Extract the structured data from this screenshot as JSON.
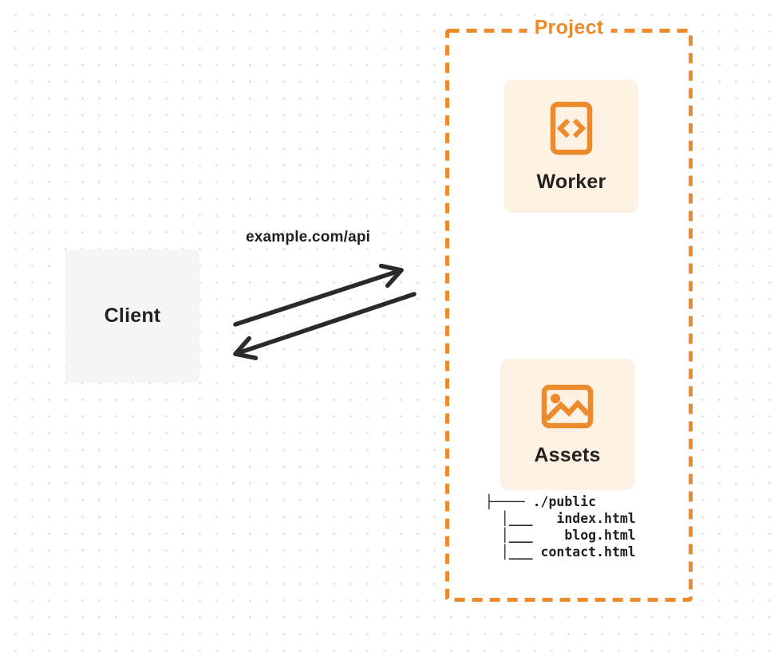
{
  "client": {
    "label": "Client"
  },
  "request": {
    "label": "example.com/api"
  },
  "project": {
    "title": "Project",
    "worker": {
      "label": "Worker",
      "icon": "code-document-icon"
    },
    "assets": {
      "label": "Assets",
      "icon": "image-icon"
    },
    "file_tree": {
      "lines": [
        "├──── ./public",
        "  │___   index.html",
        "  │___    blog.html",
        "  │___ contact.html"
      ]
    }
  },
  "colors": {
    "accent_orange": "#ed8a2b",
    "card_background": "#fdf2e4",
    "client_background": "#f5f5f6",
    "arrow": "#2a2a2a",
    "text_dark": "#1f2023",
    "dot_grid": "#e3e3e3"
  }
}
